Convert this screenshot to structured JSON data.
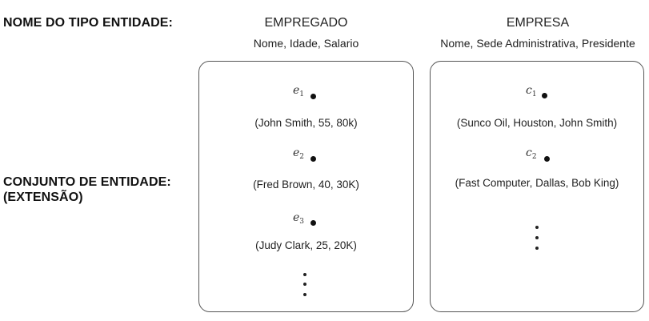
{
  "labels": {
    "type_name": "NOME DO TIPO ENTIDADE:",
    "entity_set_line1": "CONJUNTO DE ENTIDADE:",
    "entity_set_line2": "(EXTENSÃO)"
  },
  "empregado": {
    "title": "EMPREGADO",
    "attributes": "Nome, Idade, Salario",
    "entities": [
      {
        "id": "e",
        "sub": "1",
        "tuple": "(John Smith, 55, 80k)"
      },
      {
        "id": "e",
        "sub": "2",
        "tuple": "(Fred Brown, 40, 30K)"
      },
      {
        "id": "e",
        "sub": "3",
        "tuple": "(Judy Clark, 25, 20K)"
      }
    ]
  },
  "empresa": {
    "title": "EMPRESA",
    "attributes": "Nome, Sede Administrativa, Presidente",
    "entities": [
      {
        "id": "c",
        "sub": "1",
        "tuple": "(Sunco Oil, Houston, John Smith)"
      },
      {
        "id": "c",
        "sub": "2",
        "tuple": "(Fast Computer, Dallas, Bob King)"
      }
    ]
  }
}
